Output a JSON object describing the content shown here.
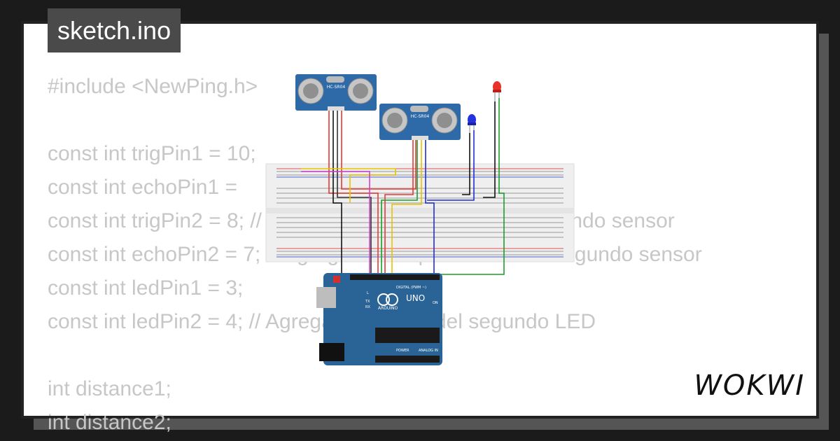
{
  "app": {
    "title": "sketch.ino",
    "brand": "WOKWI"
  },
  "code_lines": [
    "#include <NewPing.h>",
    "",
    "const int trigPin1 = 10;",
    "const int echoPin1 = ",
    "const int trigPin2 = 8; // Agregamos el pin TRIG del segundo sensor",
    "const int echoPin2 = 7; // Agregamos el pin ECHO del segundo sensor",
    "const int ledPin1 = 3;",
    "const int ledPin2 = 4; // Agregamos el pin del segundo LED",
    "",
    "int distance1;",
    "int distance2;"
  ],
  "components": {
    "sensor_label": "HC-SR04",
    "board_brand": "ARDUINO",
    "board_model": "UNO",
    "digital_label": "DIGITAL (PWM ~)",
    "power_label": "POWER",
    "analog_label": "ANALOG IN",
    "on_label": "ON",
    "tx_label": "TX",
    "rx_label": "RX",
    "l_label": "L"
  },
  "colors": {
    "red_led": "#e8322a",
    "blue_led": "#2431e0",
    "board": "#2a6496",
    "wire_green": "#1a9e2a"
  }
}
